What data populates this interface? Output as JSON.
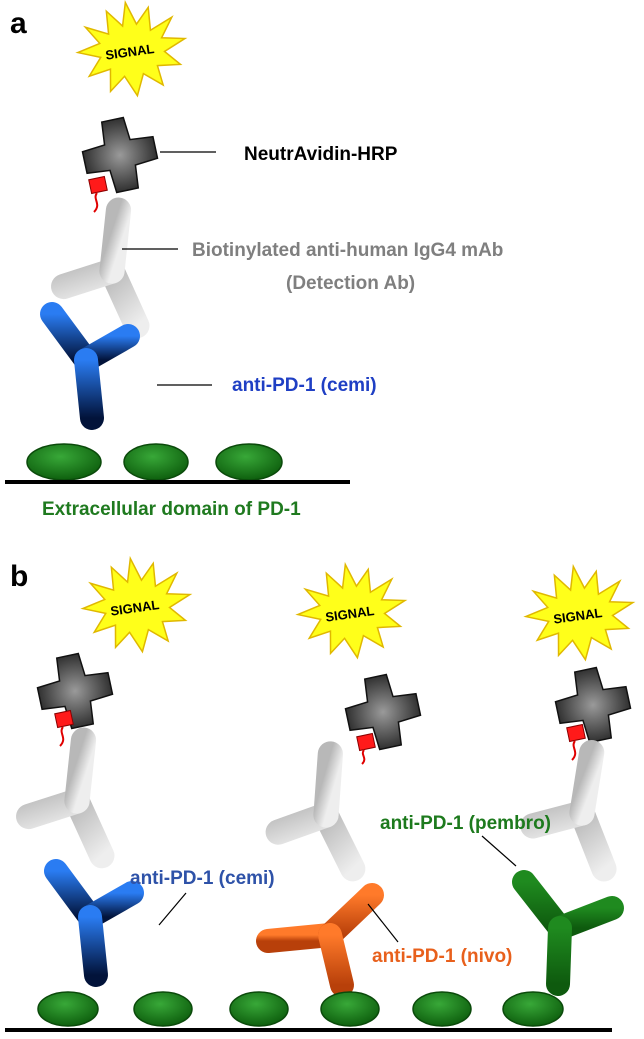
{
  "panel_a": {
    "letter": "a",
    "signal": "SIGNAL",
    "label_hrp": "NeutrAvidin-HRP",
    "label_detection_1": "Biotinylated anti-human IgG4 mAb",
    "label_detection_2": "(Detection Ab)",
    "label_cemi": "anti-PD-1 (cemi)",
    "label_domain": "Extracellular domain of PD-1"
  },
  "panel_b": {
    "letter": "b",
    "signal_1": "SIGNAL",
    "signal_2": "SIGNAL",
    "signal_3": "SIGNAL",
    "label_cemi": "anti-PD-1 (cemi)",
    "label_nivo": "anti-PD-1 (nivo)",
    "label_pembro": "anti-PD-1 (pembro)"
  },
  "colors": {
    "cemi_blue": "#1f4ea8",
    "nivo_orange": "#e8601c",
    "pembro_green": "#1d7a1d",
    "domain_green": "#1f7a1f",
    "detection_gray": "#7f7f7f",
    "signal_yellow": "#ffff1a"
  }
}
